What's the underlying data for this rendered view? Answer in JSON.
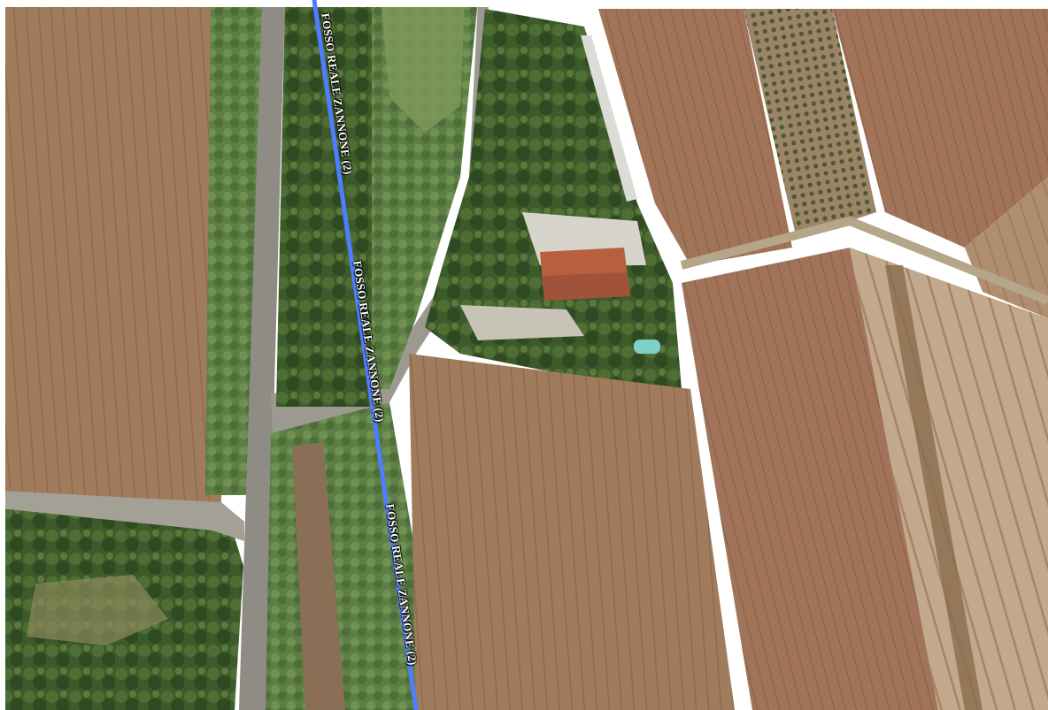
{
  "map": {
    "view": "satellite",
    "waterway": {
      "labels": [
        "FOSSO REALE ZANNONE (2)",
        "FOSSO REALE ZANNONE (2)",
        "FOSSO REALE ZANNONE (2)"
      ],
      "color": "#4f7dff"
    }
  }
}
